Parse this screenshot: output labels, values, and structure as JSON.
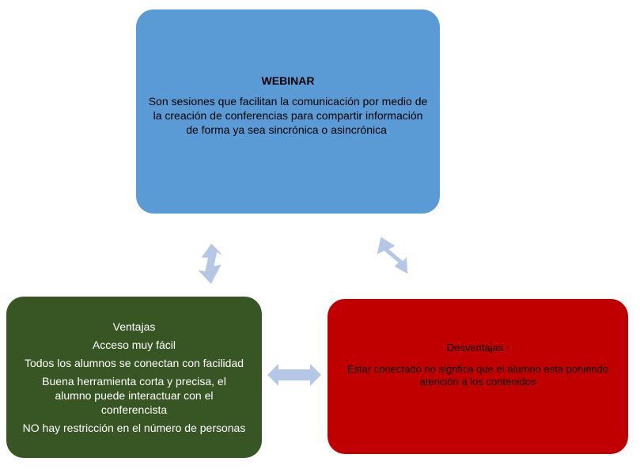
{
  "webinar": {
    "title": "WEBINAR",
    "description": "Son sesiones que  facilitan  la comunicación por medio de la creación de conferencias para compartir información de forma ya sea sincrónica o asincrónica",
    "trailing_period": ".",
    "color": "#5b9bd5"
  },
  "ventajas": {
    "heading": "Ventajas",
    "items": [
      "Acceso muy fácil",
      "Todos los alumnos se conectan con facilidad",
      "Buena herramienta corta  y precisa, el alumno puede interactuar con el conferencista",
      "NO hay restricción en el número de personas"
    ],
    "color": "#375623"
  },
  "desventajas": {
    "heading": "Desventajas :",
    "text": "Estar conectado no signfica que el alumno esta poniendo atención a los contenidos",
    "color": "#c00000"
  },
  "arrow_color": "#b4c7e7"
}
